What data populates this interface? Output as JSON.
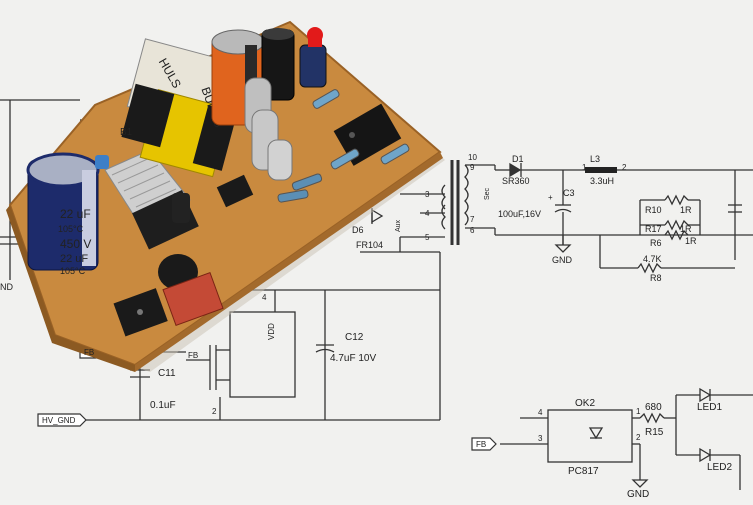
{
  "photo": {
    "board_chips": {
      "transformer_label": "HULS",
      "transformer_label_2": "BUL-6S",
      "cap_text_1": "22 uF",
      "cap_text_2": "105°C",
      "cap_text_3": "450 V",
      "cap_text_4": "22 uF",
      "cap_text_5": "105°C"
    },
    "schematic_labels": {
      "b1": "B1",
      "d1": "D1",
      "sr360": "SR360",
      "l3": "L3",
      "l3_val": "3.3uH",
      "c3": "C3",
      "c3_val": "100uF,16V",
      "pin10": "10",
      "pin9": "9",
      "pin3": "3",
      "pin4": "4",
      "pin5": "5",
      "pin7": "7",
      "pin6": "6",
      "sec": "Sec",
      "aux": "Aux",
      "d6": "D6",
      "fr104": "FR104",
      "gnd1": "GND",
      "r10": "R10",
      "r10_val": "1R",
      "r17": "R17",
      "r17_val": "1R",
      "r6": "R6",
      "r6_val": "1R",
      "r8": "R8",
      "r8_val": "4.7K",
      "l3_pin1": "1",
      "l3_pin2": "2",
      "fb1": "FB",
      "fb2": "FB",
      "fb3": "FB",
      "hv_gnd": "HV_GND",
      "vdd": "VDD",
      "c12": "C12",
      "c12_val": "4.7uF 10V",
      "c11": "C11",
      "c11_val": "0.1uF",
      "ok2": "OK2",
      "pc817": "PC817",
      "r15": "R15",
      "r15_val": "680",
      "led1": "LED1",
      "led2": "LED2",
      "gnd2": "GND",
      "opto_pin4": "4",
      "opto_pin3": "3",
      "opto_pin1": "1",
      "opto_pin2": "2",
      "pin_2": "2",
      "pin_4": "4",
      "nd": "ND",
      "plus": "+"
    }
  }
}
